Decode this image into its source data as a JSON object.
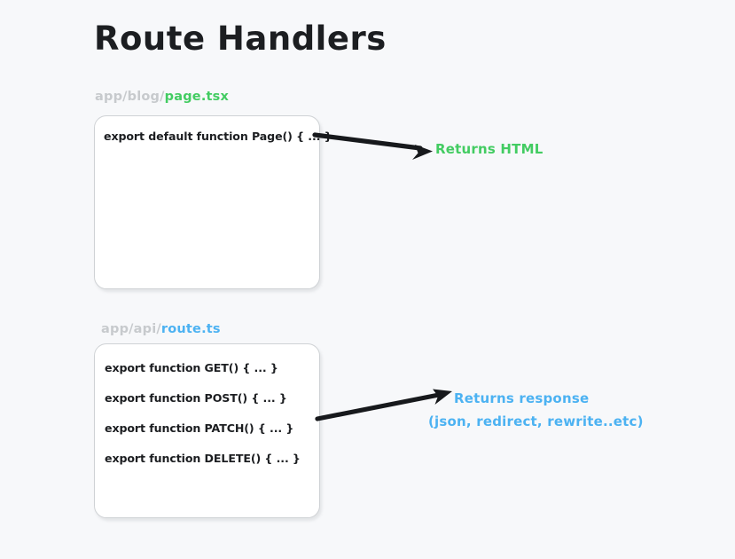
{
  "page": {
    "title": "Route Handlers",
    "background_color": "#f7f8fa",
    "text_color": "#1c1e21"
  },
  "colors": {
    "green": "#43cc62",
    "blue": "#4cb2f2",
    "path_dir_gray": "#c7cacd",
    "card_border": "#cfd2d5",
    "card_background": "#ffffff",
    "arrow": "#17191c"
  },
  "sections": [
    {
      "id": "page-route",
      "path": {
        "directory": "app/blog/",
        "filename": "page.tsx",
        "filename_color": "#43cc62"
      },
      "code_lines": [
        "export default function Page() { ... }"
      ],
      "arrow": {
        "name": "arrow-to-returns-html",
        "direction": "right-down"
      },
      "annotations": [
        "Returns HTML"
      ]
    },
    {
      "id": "api-route",
      "path": {
        "directory": "app/api/",
        "filename": "route.ts",
        "filename_color": "#4cb2f2"
      },
      "code_lines": [
        "export function GET() { ... }",
        "export function POST() { ... }",
        "export function PATCH() { ... }",
        "export function DELETE() { ... }"
      ],
      "arrow": {
        "name": "arrow-to-returns-response",
        "direction": "right-up"
      },
      "annotations": [
        "Returns response",
        "(json, redirect, rewrite..etc)"
      ]
    }
  ],
  "labels": {
    "returns_html": "Returns HTML",
    "returns_response": "Returns response",
    "response_kinds": "(json, redirect, rewrite..etc)"
  }
}
